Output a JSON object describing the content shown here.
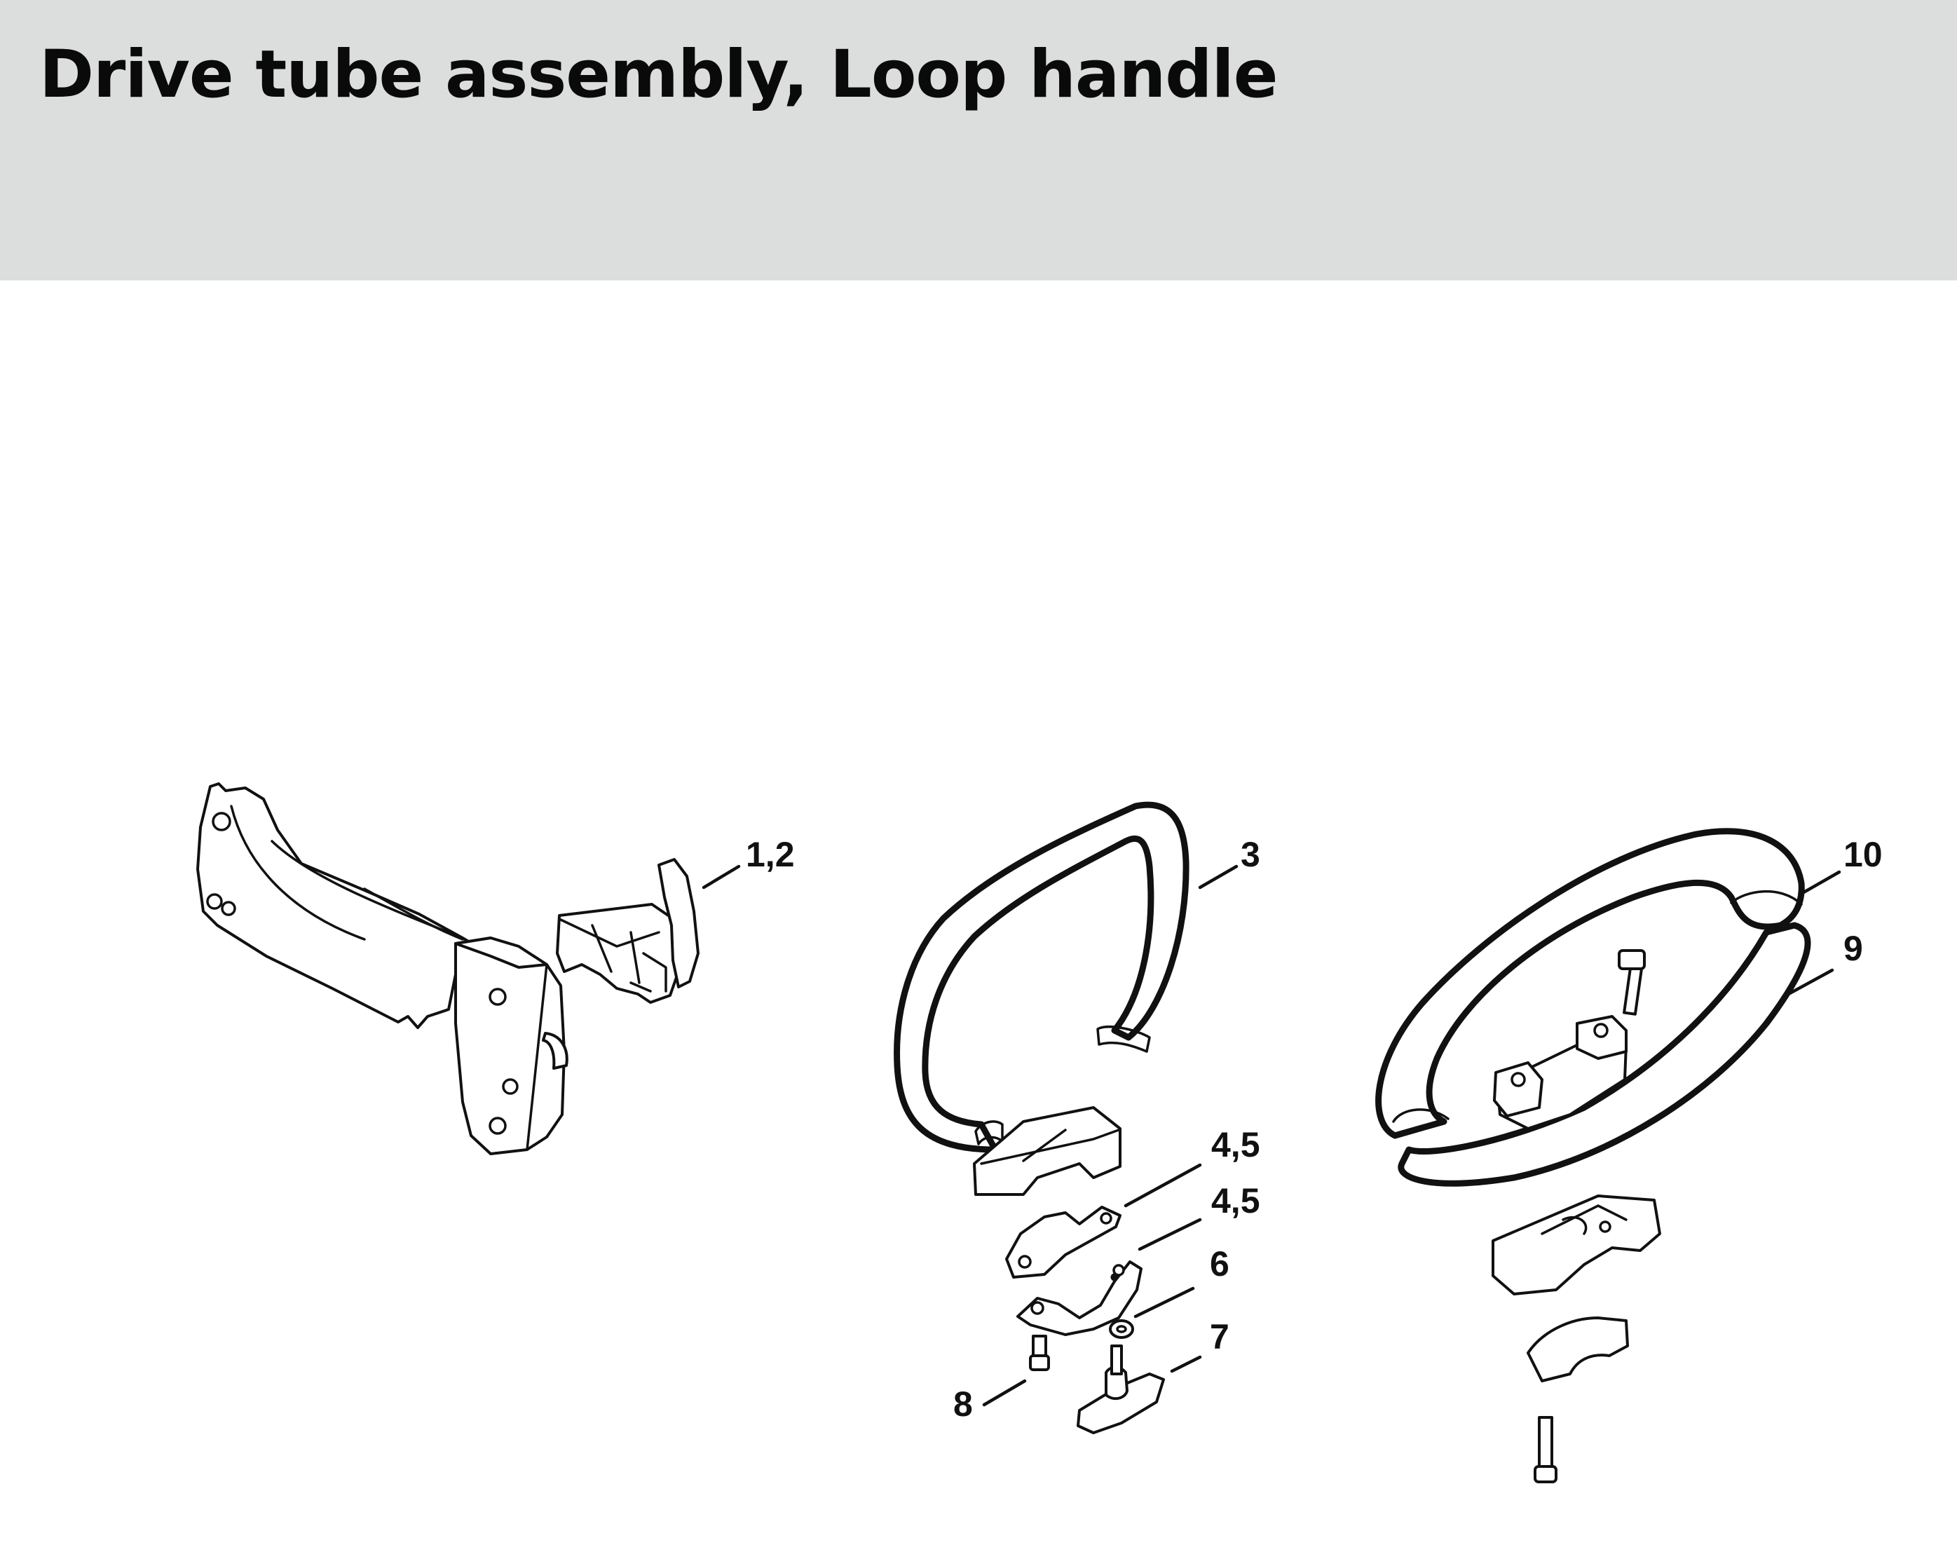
{
  "header": {
    "title": "Drive tube assembly, Loop handle",
    "background_color": "#dcdddd"
  },
  "callouts": [
    "1,2",
    "3",
    "10",
    "9",
    "4,5",
    "4,5",
    "6",
    "7",
    "8"
  ]
}
